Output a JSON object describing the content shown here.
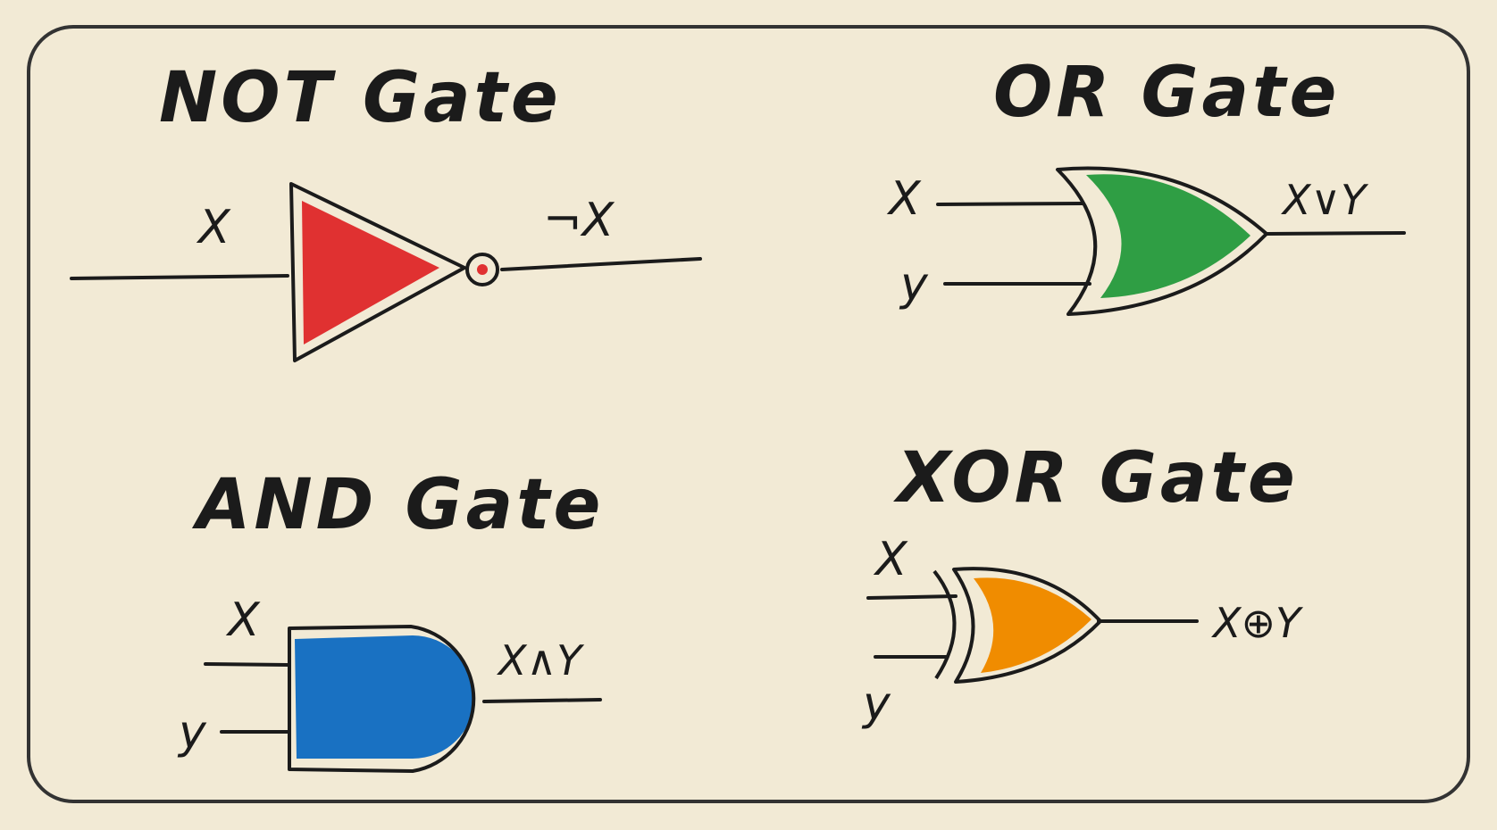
{
  "gates": {
    "not": {
      "title": "NOT Gate",
      "input_label": "X",
      "output_label": "¬X",
      "fill_color": "#e03131"
    },
    "or": {
      "title": "OR Gate",
      "input_x_label": "X",
      "input_y_label": "y",
      "output_label": "X∨Y",
      "fill_color": "#2f9e44"
    },
    "and": {
      "title": "AND Gate",
      "input_x_label": "X",
      "input_y_label": "y",
      "output_label": "X∧Y",
      "fill_color": "#1971c2"
    },
    "xor": {
      "title": "XOR Gate",
      "input_x_label": "X",
      "input_y_label": "y",
      "output_label": "X⊕Y",
      "fill_color": "#f08c00"
    }
  }
}
